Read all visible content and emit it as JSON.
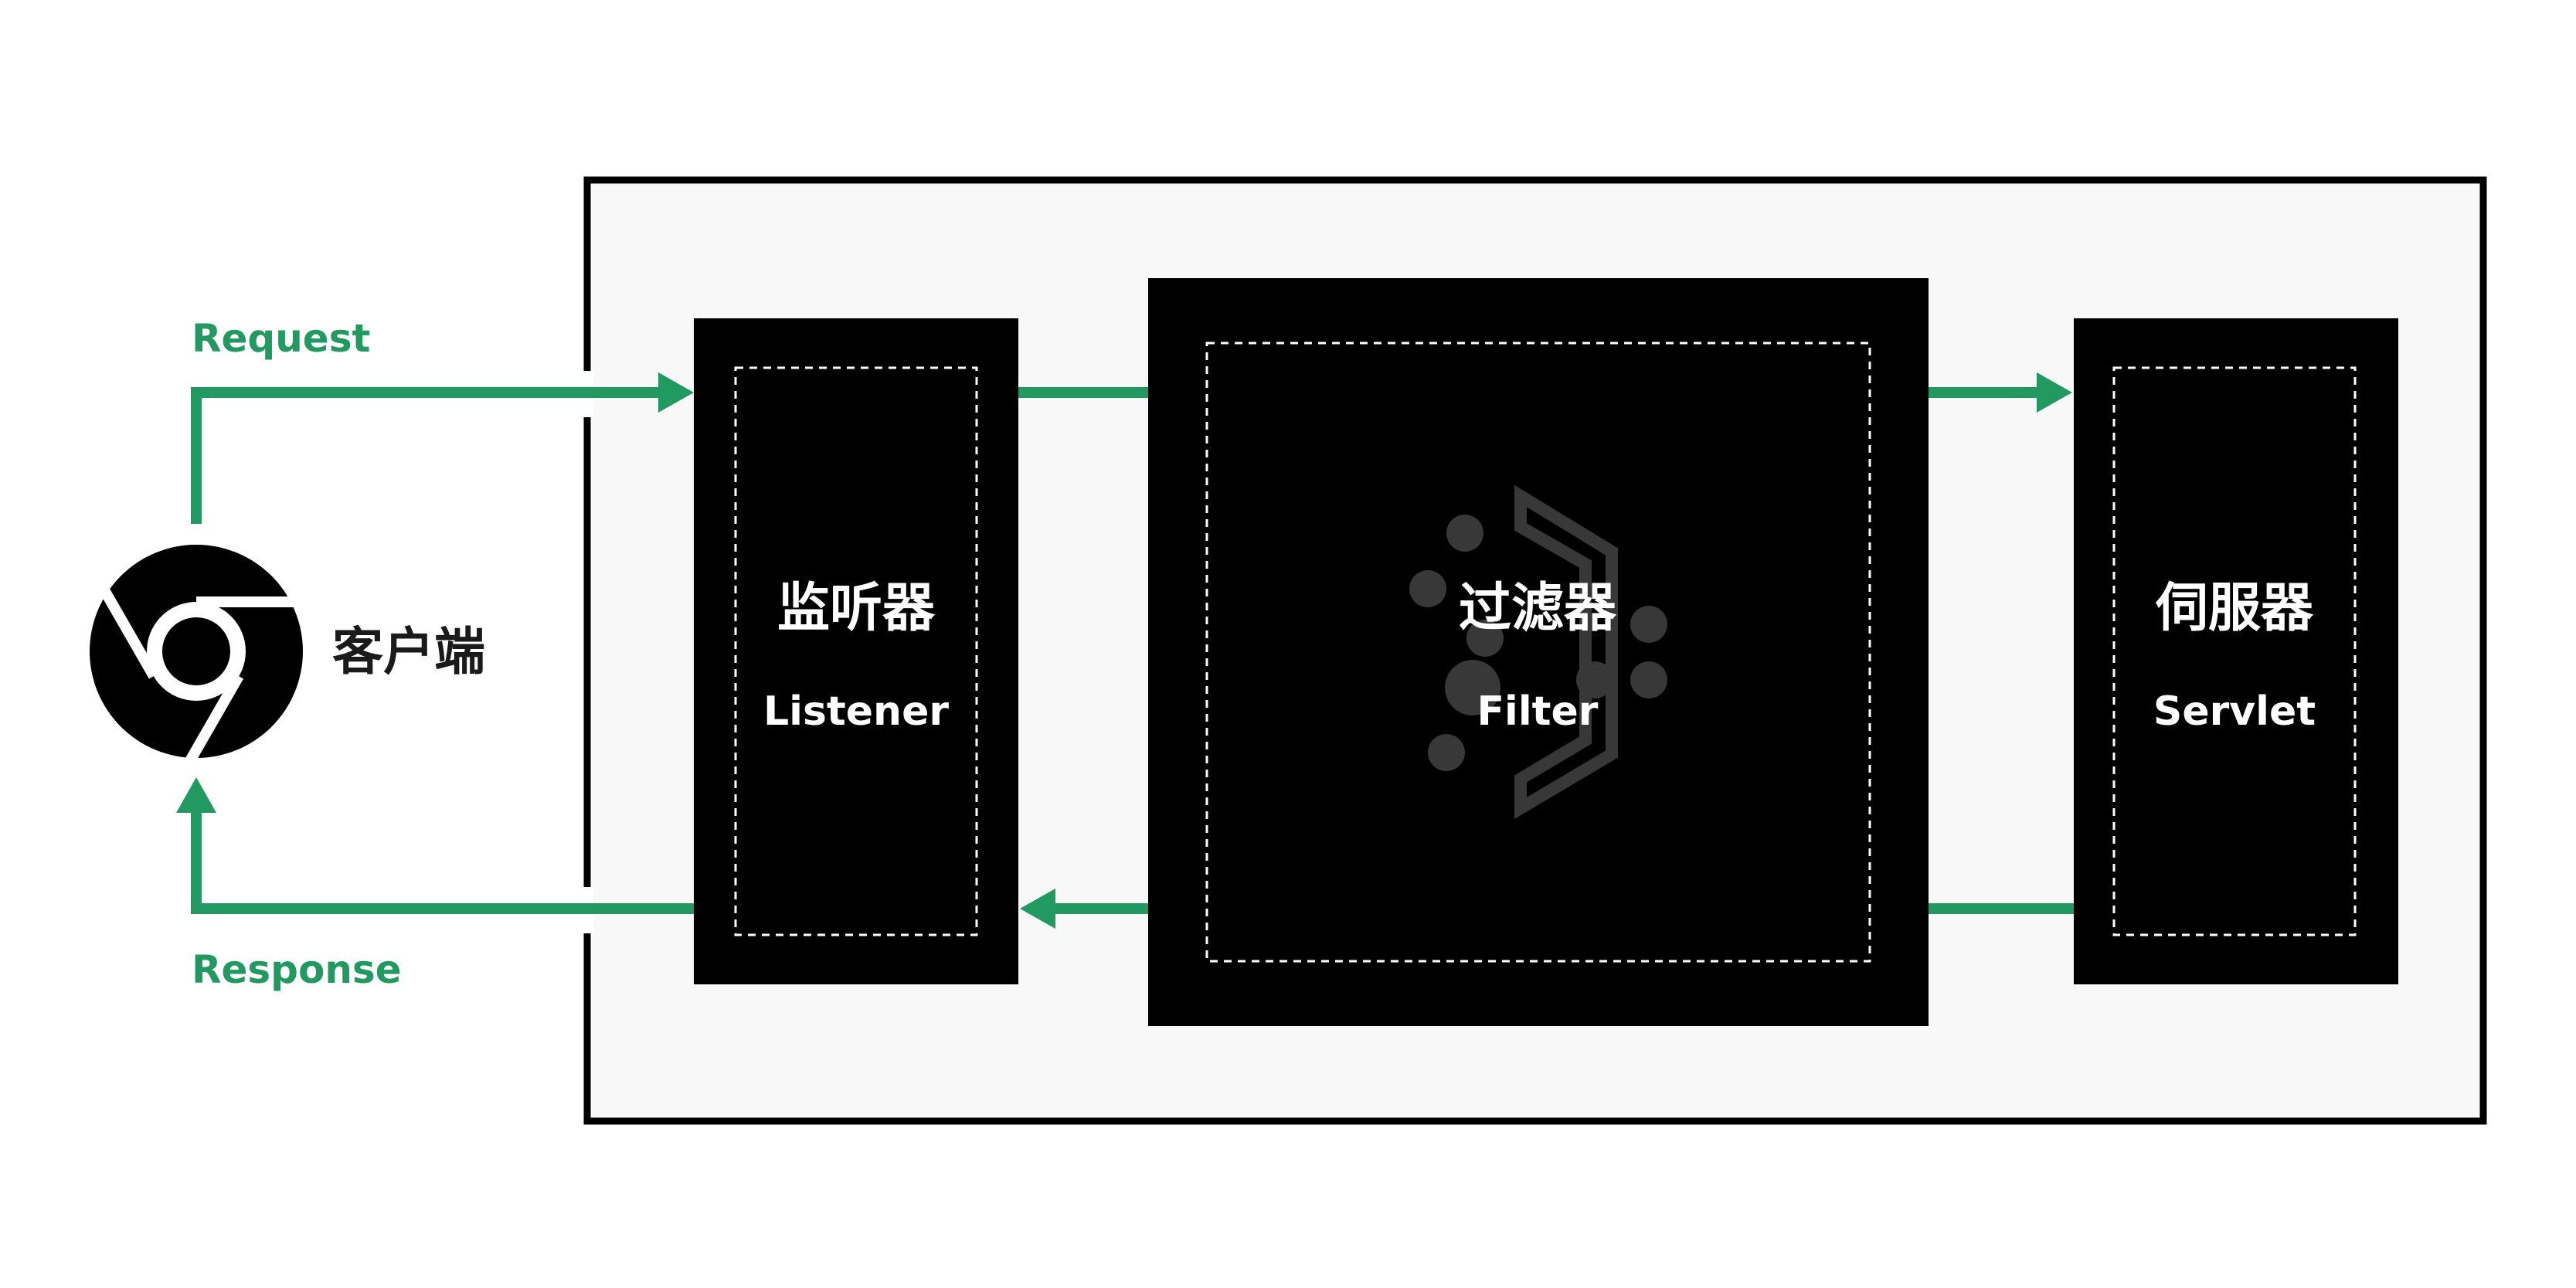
{
  "client": {
    "label": "客户端",
    "icon": "chrome-browser-icon"
  },
  "request_label": "Request",
  "response_label": "Response",
  "listener": {
    "title": "监听器",
    "subtitle": "Listener"
  },
  "filter": {
    "title": "过滤器",
    "subtitle": "Filter",
    "watermark_icon": "filter-logo-icon"
  },
  "servlet": {
    "title": "伺服器",
    "subtitle": "Servlet"
  },
  "colors": {
    "arrow": "#229960",
    "component_fill": "#000000",
    "container_fill": "#f8f8f8",
    "container_stroke": "#000000",
    "dashed_border": "#ffffff",
    "label_text": "#ffffff",
    "client_text": "#1a1a1a"
  }
}
